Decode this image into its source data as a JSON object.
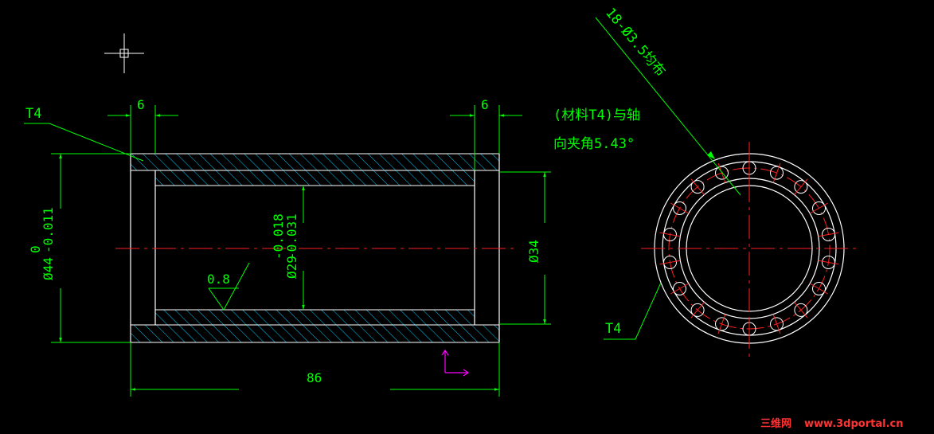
{
  "colors": {
    "background": "#000000",
    "outline": "#ffffff",
    "dimension": "#00ff00",
    "hatch": "#00c8ff",
    "centerline": "#ff2020",
    "ucs": "#ff00ff",
    "watermark": "#ff3333"
  },
  "labels": {
    "material_left": "T4",
    "material_right": "T4",
    "width_left": "6",
    "width_right": "6",
    "length": "86",
    "outer_dia_main": "Ø44",
    "outer_dia_upper": "0",
    "outer_dia_lower": "-0.011",
    "inner_dia_main": "Ø29",
    "inner_dia_upper": "-0.018",
    "inner_dia_lower": "-0.031",
    "bore_dia": "Ø34",
    "roughness": "0.8",
    "hole_pattern": "18-Ø3.5均布",
    "note_line1": "(材料T4)与轴",
    "note_line2": "向夹角5.43°"
  },
  "watermark": {
    "brand": "三维网",
    "url": "www.3dportal.cn"
  },
  "cursor_icon": "crosshair-cursor-icon",
  "ucs_icon": "ucs-axis-icon"
}
